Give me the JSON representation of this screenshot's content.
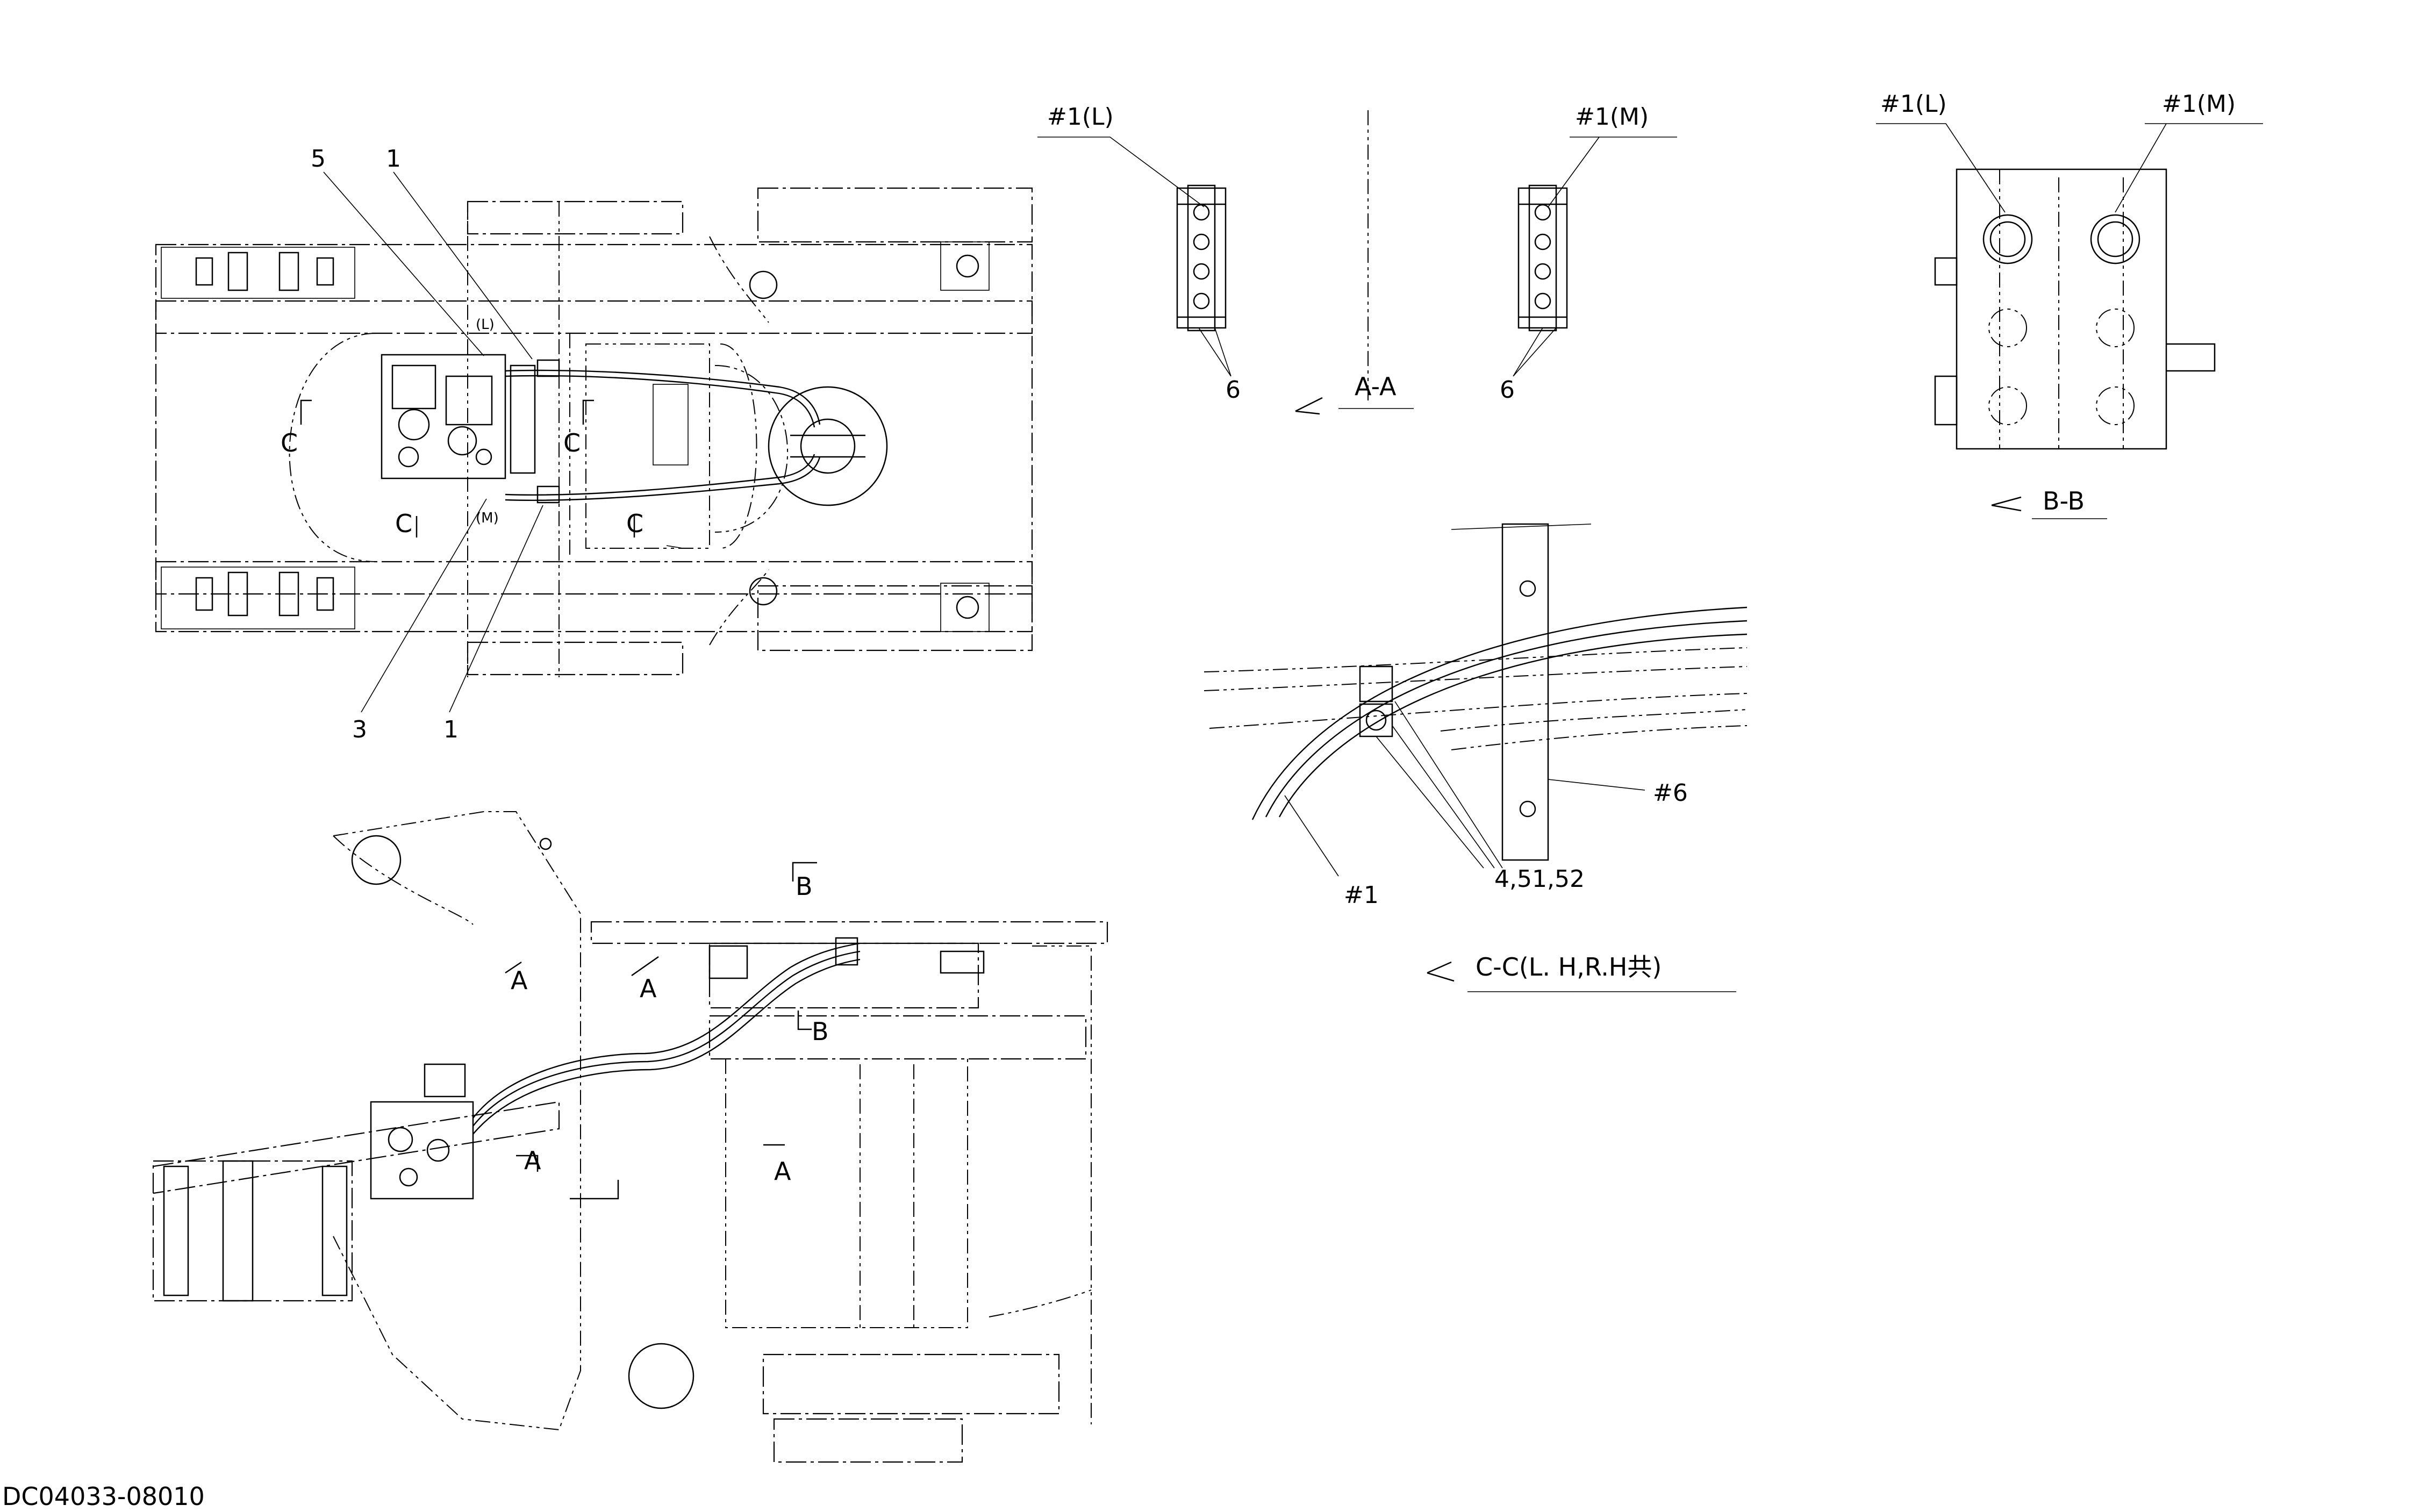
{
  "document": {
    "id": "DC04033-08010"
  },
  "callouts": {
    "top_5": "5",
    "top_1a": "1",
    "top_3": "3",
    "top_1b": "1",
    "top_L": "(L)",
    "top_M": "(M)",
    "aa_6_left": "6",
    "aa_6_right": "6",
    "cc_part": "4,51,52",
    "cc_hose": "#1",
    "cc_clamp": "#6",
    "aa_hose_left": "#1(L)",
    "aa_hose_right": "#1(M)",
    "bb_hose_left": "#1(L)",
    "bb_hose_right": "#1(M)"
  },
  "section_markers": {
    "top_c1": "C",
    "top_c2": "C",
    "top_c3": "C",
    "top_c4": "C",
    "side_a1": "A",
    "side_a2": "A",
    "side_a3": "A",
    "side_a4": "A",
    "side_b1": "B",
    "side_b2": "B"
  },
  "views": {
    "aa": "A-A",
    "bb": "B-B",
    "cc": "C-C(L. H,R.H共)"
  }
}
